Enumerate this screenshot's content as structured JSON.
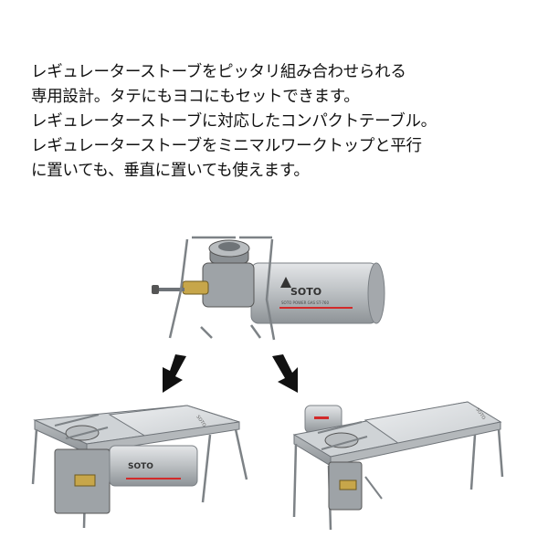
{
  "description": {
    "lines": [
      "レギュレーターストーブをピッタリ組み合わせられる",
      "専用設計。タテにもヨコにもセットできます。",
      "レギュレーターストーブに対応したコンパクトテーブル。",
      "レギュレーターストーブをミニマルワークトップと平行",
      "に置いても、垂直に置いても使えます。"
    ]
  },
  "product": {
    "brand": "SOTO",
    "canister_sublabel": "SOTO POWER GAS   ST-760",
    "table_brand": "SOTO"
  },
  "colors": {
    "text": "#111111",
    "steel": "#a9adb1",
    "steel_dark": "#6e7378",
    "tabletop": "#d7dadc",
    "canister": "#b7bbbe",
    "accent_red": "#d22a2a"
  }
}
